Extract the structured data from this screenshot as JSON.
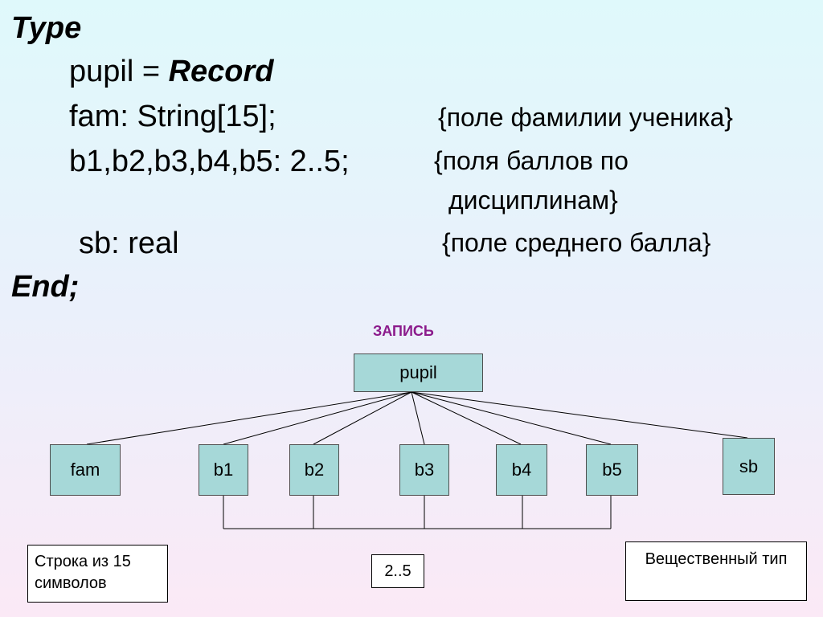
{
  "code": {
    "type_kw": "Type",
    "pupil_prefix": "pupil = ",
    "record_kw": "Record",
    "fam_line": "fam: String[15];",
    "fam_comment": "{поле фамилии ученика}",
    "b_line": "b1,b2,b3,b4,b5: 2..5;",
    "b_comment_1": "{поля баллов по",
    "b_comment_2": "дисциплинам}",
    "sb_line": "sb: real",
    "sb_comment": "{поле среднего балла}",
    "end_kw": "End;"
  },
  "diagram": {
    "header": "ЗАПИСЬ",
    "root": "pupil",
    "fields": [
      "fam",
      "b1",
      "b2",
      "b3",
      "b4",
      "b5",
      "sb"
    ],
    "notes": {
      "fam_note": "Строка из 15 символов",
      "range_note": "2..5",
      "real_note": "Вещественный тип"
    }
  },
  "colors": {
    "box_fill": "#a6d8d8",
    "header_text": "#8b1a8b",
    "line": "#000000"
  }
}
